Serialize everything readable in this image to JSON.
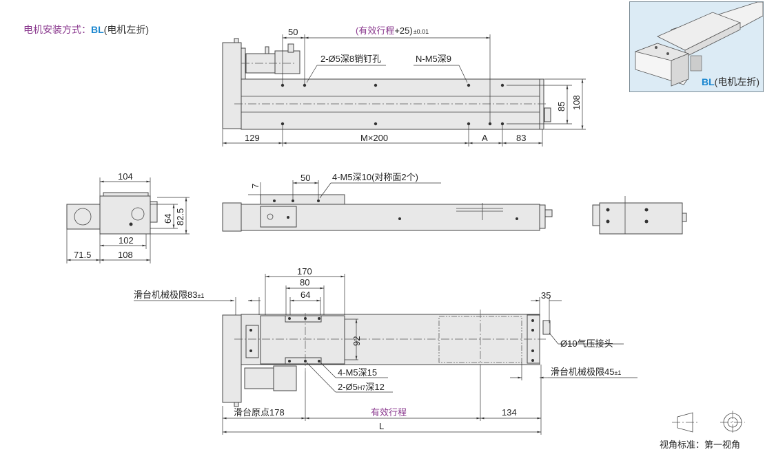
{
  "header": {
    "label": "电机安装方式：",
    "code": "BL",
    "desc": "(电机左折)"
  },
  "inset": {
    "code": "BL",
    "desc": "(电机左折)"
  },
  "top_view": {
    "dim_50": "50",
    "stroke_label": "(有效行程",
    "stroke_plus": "+25)",
    "stroke_tol": "±0.01",
    "pin_hole": "2-Ø5深8销钉孔",
    "tap_hole": "N-M5深9",
    "dim_129": "129",
    "dim_m200": "M×200",
    "dim_a": "A",
    "dim_83": "83",
    "dim_85": "85",
    "dim_108": "108"
  },
  "side_view": {
    "dim_104": "104",
    "dim_64": "64",
    "dim_82_5": "82.5",
    "dim_102": "102",
    "dim_71_5": "71.5",
    "dim_108": "108",
    "dim_7": "7",
    "dim_50": "50",
    "tap_hole": "4-M5深10(对称面2个)"
  },
  "bottom_view": {
    "dim_170": "170",
    "dim_80": "80",
    "dim_64": "64",
    "limit_left": "滑台机械极限83",
    "limit_left_tol": "±1",
    "dim_35": "35",
    "dim_92": "92",
    "air_fitting": "Ø10气压接头",
    "limit_right": "滑台机械极限45",
    "limit_right_tol": "±1",
    "tap_hole": "4-M5深15",
    "pin_hole_a": "2-Ø5",
    "pin_hole_tol": "H7",
    "pin_hole_b": "深12",
    "origin": "滑台原点178",
    "stroke": "有效行程",
    "dim_134": "134",
    "dim_l": "L"
  },
  "projection": {
    "label": "视角标准：第一视角"
  }
}
